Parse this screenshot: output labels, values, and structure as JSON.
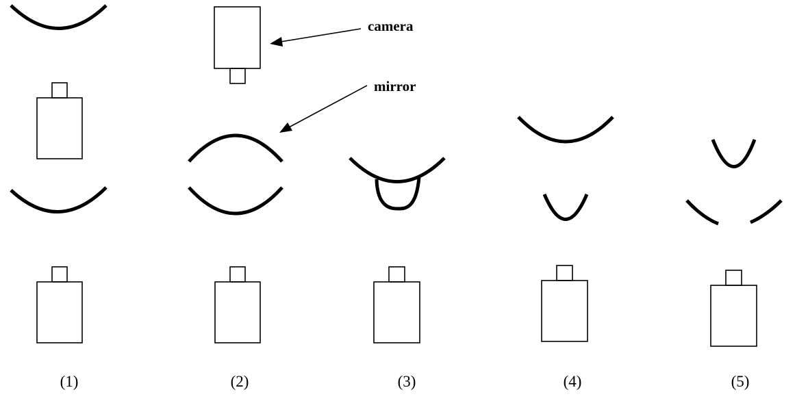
{
  "callouts": {
    "camera": "camera",
    "mirror": "mirror"
  },
  "configurations": [
    {
      "caption": "(1)"
    },
    {
      "caption": "(2)"
    },
    {
      "caption": "(3)"
    },
    {
      "caption": "(4)"
    },
    {
      "caption": "(5)"
    }
  ]
}
